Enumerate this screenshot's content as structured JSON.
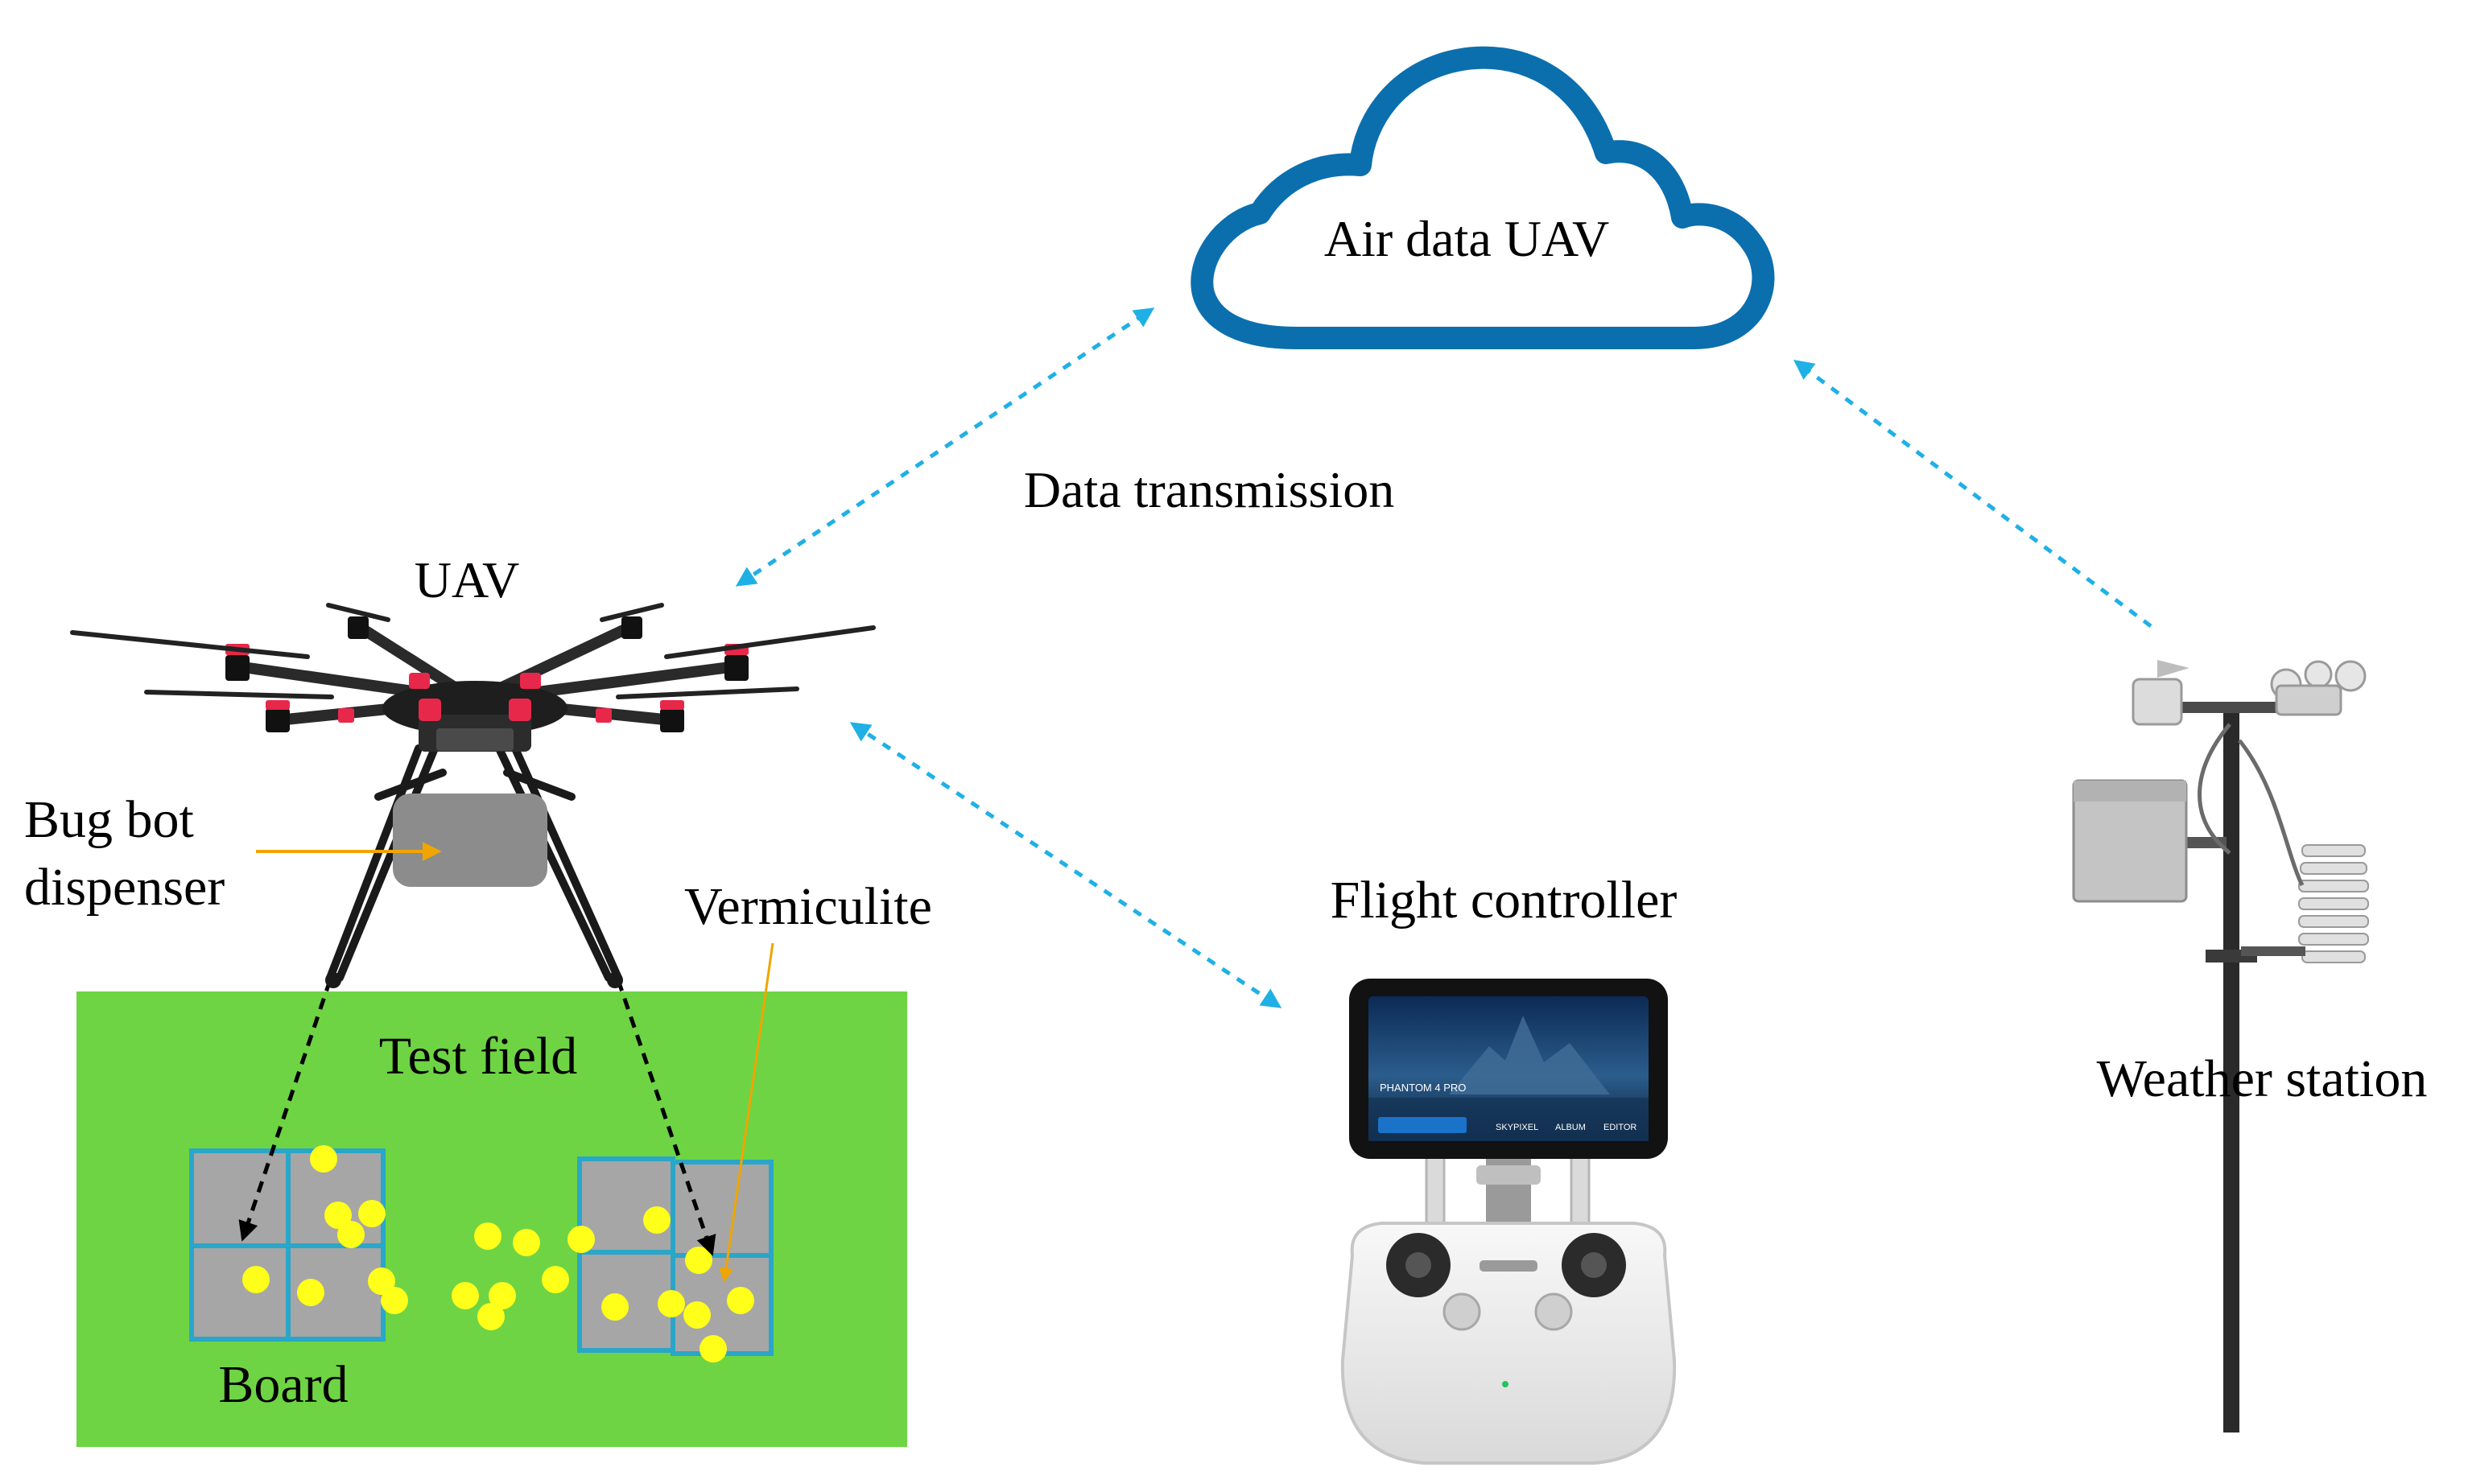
{
  "labels": {
    "cloud": "Air data UAV",
    "data_transmission": "Data transmission",
    "uav": "UAV",
    "dispenser": [
      "Bug bot",
      "dispenser"
    ],
    "vermiculite": "Vermiculite",
    "test_field": "Test field",
    "board": "Board",
    "flight_controller": "Flight controller",
    "weather_station": "Weather station"
  },
  "controller_screen": {
    "product": "PHANTOM 4 PRO",
    "menu": [
      "SKYPIXEL",
      "ALBUM",
      "EDITOR"
    ]
  },
  "colors": {
    "cloud_stroke": "#0b6fae",
    "link_arrow": "#1fb0e6",
    "field_green": "#6ed444",
    "board_fill": "#a6a6a6",
    "board_border": "#2aa6c9",
    "vermiculite_dot": "#ffff1a",
    "pointer_orange": "#f0a500",
    "drone_red": "#e8284a",
    "drop_arrow": "#000000"
  },
  "icons": [
    "cloud-icon",
    "drone-icon",
    "remote-controller-icon",
    "weather-station-icon"
  ]
}
